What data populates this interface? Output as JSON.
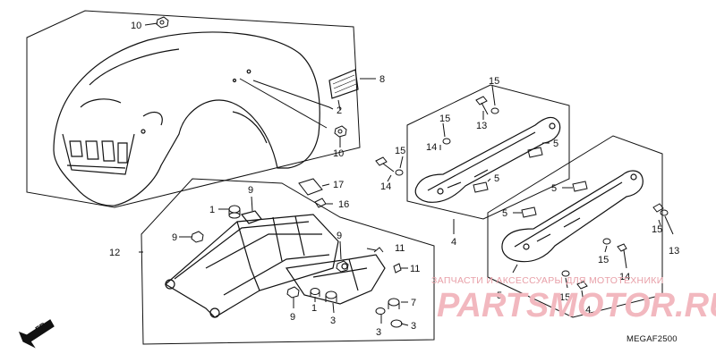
{
  "diagram": {
    "code": "MEGAF2500",
    "direction_label": "FR.",
    "callouts": [
      {
        "id": "c10a",
        "text": "10"
      },
      {
        "id": "c8",
        "text": "8"
      },
      {
        "id": "c2",
        "text": "2"
      },
      {
        "id": "c10b",
        "text": "10"
      },
      {
        "id": "c15a",
        "text": "15"
      },
      {
        "id": "c13a",
        "text": "13"
      },
      {
        "id": "c15b",
        "text": "15"
      },
      {
        "id": "c14a",
        "text": "14"
      },
      {
        "id": "c15c",
        "text": "15"
      },
      {
        "id": "c14b",
        "text": "14"
      },
      {
        "id": "c5a",
        "text": "5"
      },
      {
        "id": "c5b",
        "text": "5"
      },
      {
        "id": "c4",
        "text": "4"
      },
      {
        "id": "c5c",
        "text": "5"
      },
      {
        "id": "c5d",
        "text": "5"
      },
      {
        "id": "c17",
        "text": "17"
      },
      {
        "id": "c16",
        "text": "16"
      },
      {
        "id": "c9a",
        "text": "9"
      },
      {
        "id": "c1a",
        "text": "1"
      },
      {
        "id": "c9b",
        "text": "9"
      },
      {
        "id": "c12",
        "text": "12"
      },
      {
        "id": "c9c",
        "text": "9"
      },
      {
        "id": "c11a",
        "text": "11"
      },
      {
        "id": "c11b",
        "text": "11"
      },
      {
        "id": "c7",
        "text": "7"
      },
      {
        "id": "c9d",
        "text": "9"
      },
      {
        "id": "c1b",
        "text": "1"
      },
      {
        "id": "c3a",
        "text": "3"
      },
      {
        "id": "c3b",
        "text": "3"
      },
      {
        "id": "c3c",
        "text": "3"
      },
      {
        "id": "c15d",
        "text": "15"
      },
      {
        "id": "c13b",
        "text": "13"
      },
      {
        "id": "c15e",
        "text": "15"
      },
      {
        "id": "c14c",
        "text": "14"
      },
      {
        "id": "c5e",
        "text": "5"
      },
      {
        "id": "c15f",
        "text": "15"
      },
      {
        "id": "c14d",
        "text": "14"
      }
    ]
  },
  "watermark": {
    "top_line": "ЗАПЧАСТИ И АКСЕССУАРЫ ДЛЯ МОТОТЕХНИКИ",
    "brand": "PARTSMOTOR.RU"
  }
}
